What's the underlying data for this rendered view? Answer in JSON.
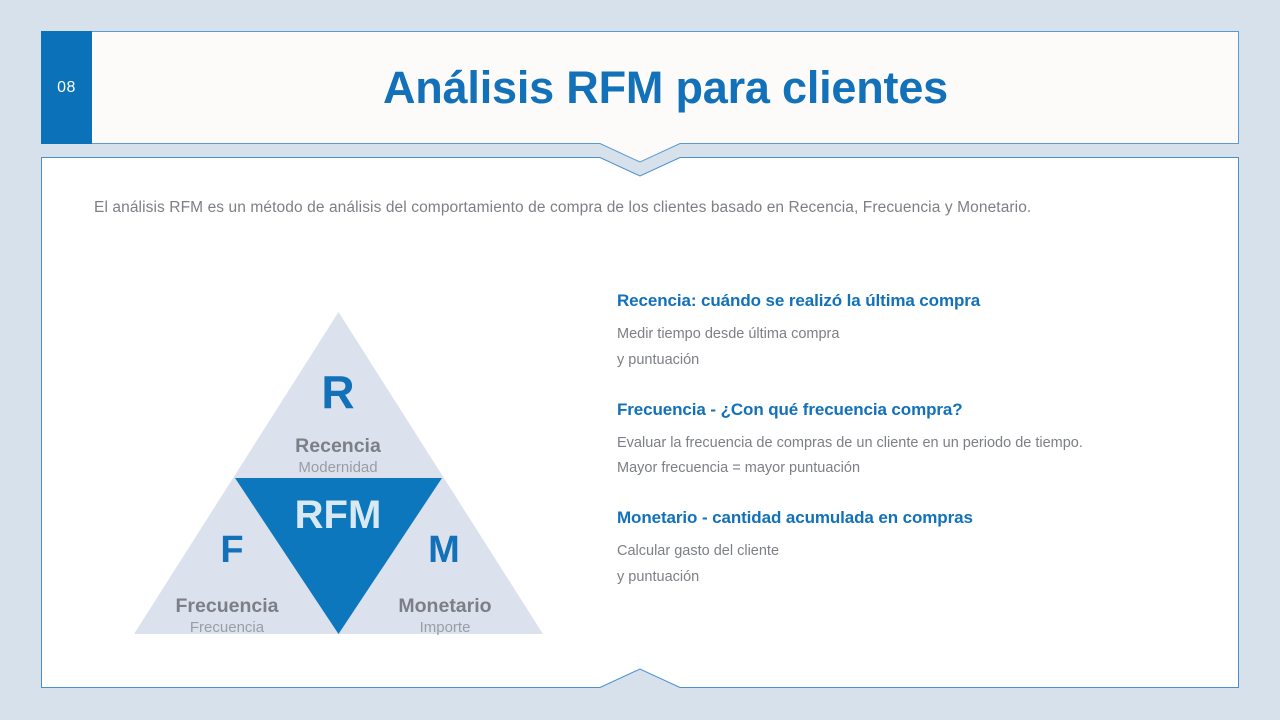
{
  "page": {
    "background_color": "#d6e1eb",
    "accent_color": "#0b72b9",
    "title_color": "#1271b8",
    "body_text_color": "#7c7f85",
    "triangle_outer_fill": "#dce1ee",
    "triangle_inner_fill": "#0c77bc"
  },
  "header": {
    "slide_number": "08",
    "title": "Análisis RFM para clientes"
  },
  "intro": {
    "text": "El análisis RFM es un método de análisis del comportamiento de compra de los clientes basado en Recencia, Frecuencia y Monetario."
  },
  "diagram": {
    "center_label": "RFM",
    "segments": [
      {
        "letter": "R",
        "label": "Recencia",
        "sublabel": "Modernidad"
      },
      {
        "letter": "F",
        "label": "Frecuencia",
        "sublabel": "Frecuencia"
      },
      {
        "letter": "M",
        "label": "Monetario",
        "sublabel": "Importe"
      }
    ]
  },
  "points": [
    {
      "title": "Recencia: cuándo se realizó la última compra",
      "body": "Medir tiempo desde última compra\ny puntuación"
    },
    {
      "title": "Frecuencia - ¿Con qué frecuencia compra?",
      "body": "Evaluar la frecuencia de compras de un cliente en un periodo de tiempo.\n Mayor frecuencia = mayor puntuación"
    },
    {
      "title": "Monetario - cantidad acumulada en compras",
      "body": "Calcular gasto del cliente\ny puntuación"
    }
  ]
}
